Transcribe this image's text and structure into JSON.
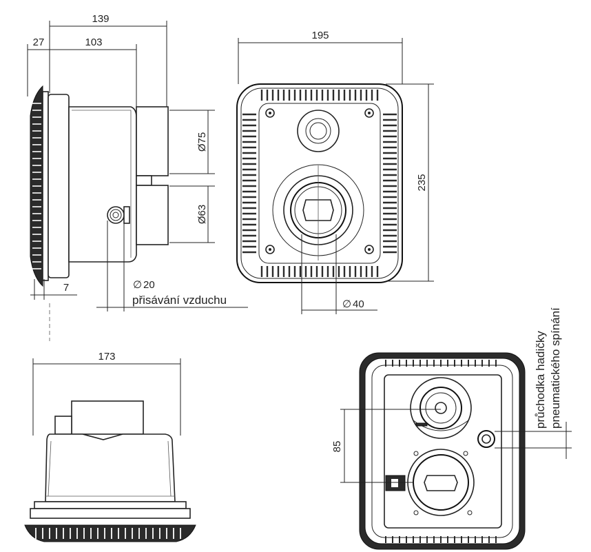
{
  "dimensions": {
    "side_total": "139",
    "side_flange": "27",
    "side_body": "103",
    "side_rim": "7",
    "front_width": "195",
    "front_height": "235",
    "outlet_top": "Ø75",
    "outlet_bottom": "Ø63",
    "air_intake_dia": "20",
    "center_hole_dia": "40",
    "bottom_width": "173",
    "rear_spacing": "85"
  },
  "labels": {
    "air_intake": "přisávání vzduchu",
    "hose_line1": "průchodka hadičky",
    "hose_line2": "pneumatického spínání"
  },
  "symbols": {
    "diameter": "∅"
  },
  "colors": {
    "ink": "#222222",
    "grill": "#2b2b2b",
    "paper": "#ffffff"
  }
}
